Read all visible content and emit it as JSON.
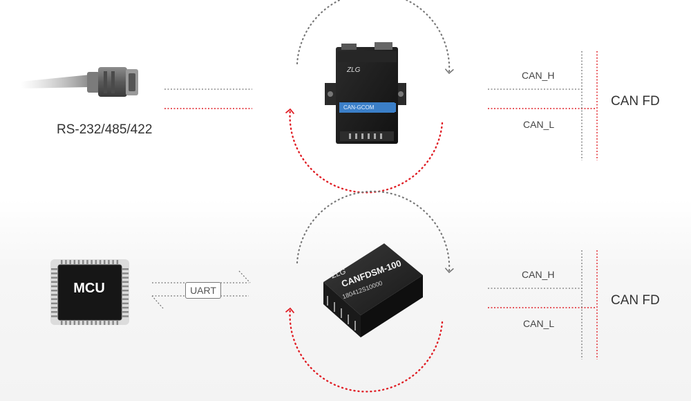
{
  "top_section": {
    "serial_label": "RS-232/485/422",
    "can_h_label": "CAN_H",
    "can_l_label": "CAN_L",
    "bus_label": "CAN FD",
    "device_badge": "CAN-GCOM"
  },
  "bottom_section": {
    "chip_label": "MCU",
    "uart_label": "UART",
    "module_name": "CANFDSM-100",
    "module_serial": "180412S10000",
    "can_h_label": "CAN_H",
    "can_l_label": "CAN_L",
    "bus_label": "CAN FD"
  },
  "brand_logo": "ZLG",
  "colors": {
    "red_line": "#e01f26",
    "gray_line": "#777777",
    "device_body": "#1e1e1e"
  }
}
